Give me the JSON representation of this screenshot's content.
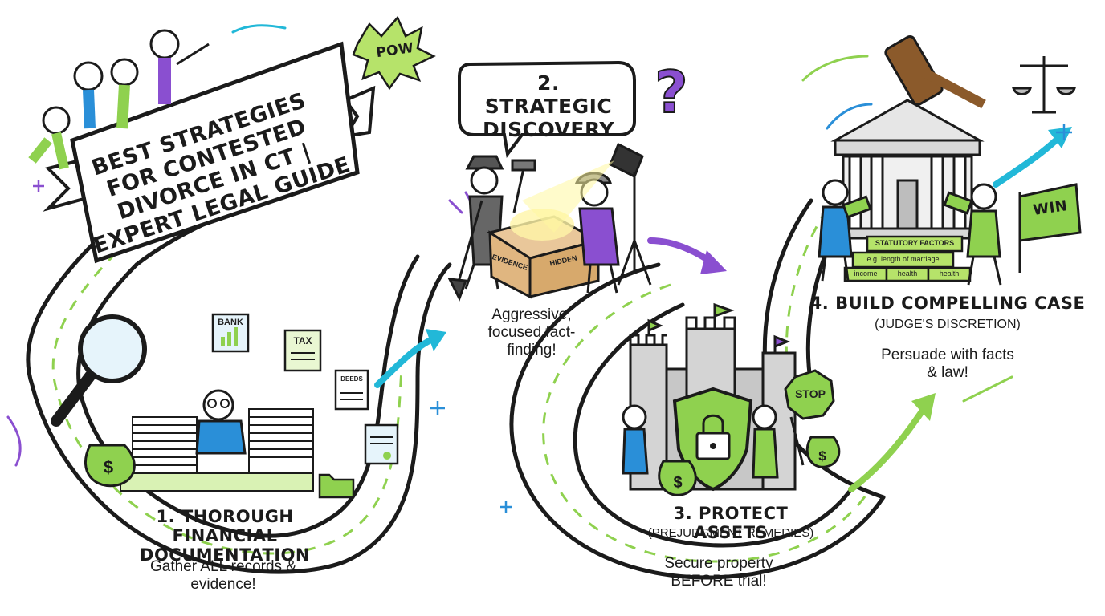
{
  "banner": {
    "title": "BEST STRATEGIES FOR CONTESTED DIVORCE IN CT | EXPERT LEGAL GUIDE"
  },
  "burst": {
    "pow": "POW"
  },
  "step1": {
    "title": "1. THOROUGH FINANCIAL DOCUMENTATION",
    "caption": "Gather ALL records & evidence!",
    "docs": {
      "bank": "BANK",
      "tax": "TAX",
      "deeds": "DEEDS"
    }
  },
  "step2": {
    "title": "2. STRATEGIC DISCOVERY",
    "caption": "Aggressive, focused fact-finding!",
    "box_evidence": "EVIDENCE",
    "box_hidden": "HIDDEN"
  },
  "step3": {
    "title": "3. PROTECT ASSETS",
    "subtitle": "(PREJUDGMENT REMEDIES)",
    "caption": "Secure property BEFORE trial!",
    "stop_sign": "STOP"
  },
  "step4": {
    "title": "4. BUILD COMPELLING CASE",
    "subtitle": "(JUDGE'S DISCRETION)",
    "caption": "Persuade with facts & law!",
    "flag": "WIN",
    "factors": {
      "header": "STATUTORY FACTORS",
      "example": "e.g. length of marriage",
      "items": [
        "income",
        "health",
        "health"
      ]
    }
  },
  "colors": {
    "green": "#8fd14f",
    "blue": "#2a8fd8",
    "purple": "#8a4fd0",
    "cyan": "#22b8d8",
    "ink": "#1b1b1b"
  }
}
